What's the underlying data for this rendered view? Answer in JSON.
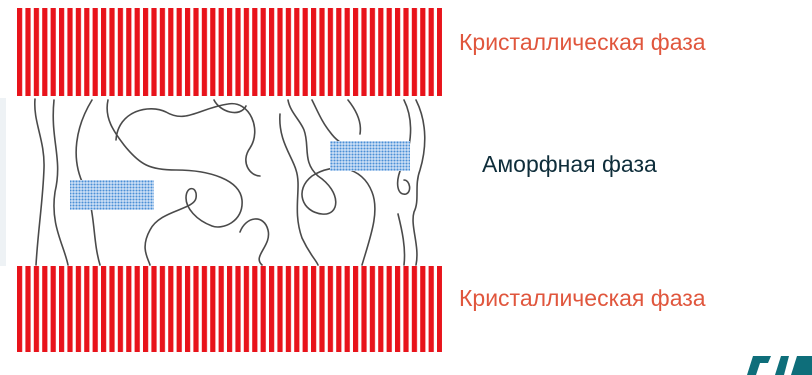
{
  "labels": {
    "top": "Кристаллическая фаза",
    "middle": "Аморфная фаза",
    "bottom": "Кристаллическая фаза"
  },
  "colors": {
    "crystalline_stripe": "#e8131b",
    "crystalline_label": "#e0563d",
    "amorphous_label": "#0e2d3a",
    "chain_line": "#4a4a4a",
    "tag_fill": "#4a8fd6",
    "logo": "#0e6e7a"
  },
  "icons": {
    "tie_molecule_tag": "dotted-blue-tag",
    "entangled_loops_tag": "dotted-blue-tag",
    "logo": "brand-logo-partial"
  }
}
